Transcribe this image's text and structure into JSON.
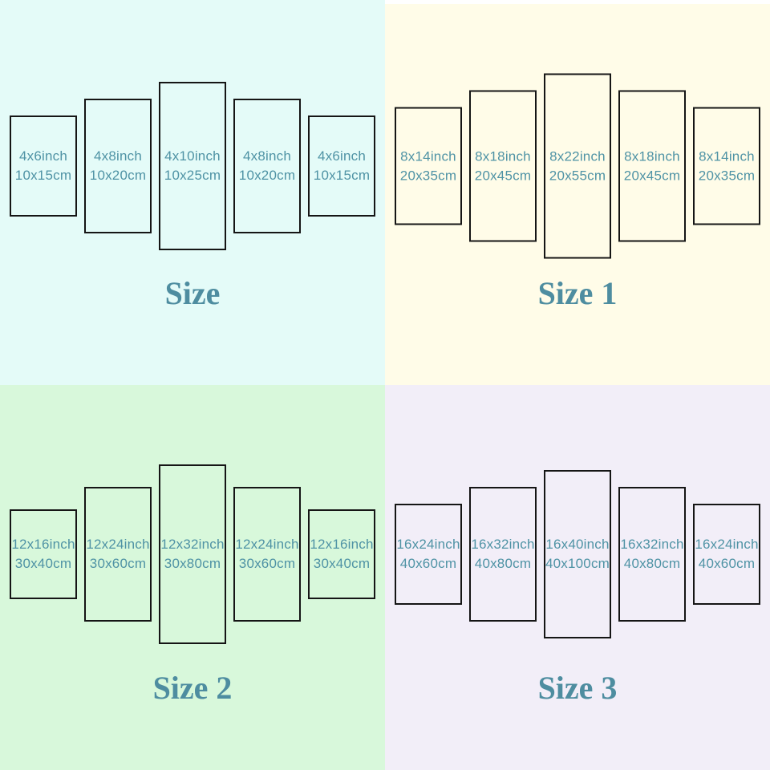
{
  "style": {
    "label_color": "#4f93a5",
    "title_color": "#4e8da0",
    "panel_border_color": "#151515",
    "page_background": "#ffffff"
  },
  "quadrants": [
    {
      "title": "Size",
      "background": "#e4fbf8",
      "panels": [
        {
          "inch": "4x6inch",
          "cm": "10x15cm",
          "ratio_w": 4,
          "ratio_h": 6
        },
        {
          "inch": "4x8inch",
          "cm": "10x20cm",
          "ratio_w": 4,
          "ratio_h": 8
        },
        {
          "inch": "4x10inch",
          "cm": "10x25cm",
          "ratio_w": 4,
          "ratio_h": 10
        },
        {
          "inch": "4x8inch",
          "cm": "10x20cm",
          "ratio_w": 4,
          "ratio_h": 8
        },
        {
          "inch": "4x6inch",
          "cm": "10x15cm",
          "ratio_w": 4,
          "ratio_h": 6
        }
      ]
    },
    {
      "title": "Size 1",
      "background": "#fffce8",
      "panels": [
        {
          "inch": "8x14inch",
          "cm": "20x35cm",
          "ratio_w": 8,
          "ratio_h": 14
        },
        {
          "inch": "8x18inch",
          "cm": "20x45cm",
          "ratio_w": 8,
          "ratio_h": 18
        },
        {
          "inch": "8x22inch",
          "cm": "20x55cm",
          "ratio_w": 8,
          "ratio_h": 22
        },
        {
          "inch": "8x18inch",
          "cm": "20x45cm",
          "ratio_w": 8,
          "ratio_h": 18
        },
        {
          "inch": "8x14inch",
          "cm": "20x35cm",
          "ratio_w": 8,
          "ratio_h": 14
        }
      ]
    },
    {
      "title": "Size 2",
      "background": "#d8f8db",
      "panels": [
        {
          "inch": "12x16inch",
          "cm": "30x40cm",
          "ratio_w": 12,
          "ratio_h": 16
        },
        {
          "inch": "12x24inch",
          "cm": "30x60cm",
          "ratio_w": 12,
          "ratio_h": 24
        },
        {
          "inch": "12x32inch",
          "cm": "30x80cm",
          "ratio_w": 12,
          "ratio_h": 32
        },
        {
          "inch": "12x24inch",
          "cm": "30x60cm",
          "ratio_w": 12,
          "ratio_h": 24
        },
        {
          "inch": "12x16inch",
          "cm": "30x40cm",
          "ratio_w": 12,
          "ratio_h": 16
        }
      ]
    },
    {
      "title": "Size 3",
      "background": "#f2eef8",
      "panels": [
        {
          "inch": "16x24inch",
          "cm": "40x60cm",
          "ratio_w": 16,
          "ratio_h": 24
        },
        {
          "inch": "16x32inch",
          "cm": "40x80cm",
          "ratio_w": 16,
          "ratio_h": 32
        },
        {
          "inch": "16x40inch",
          "cm": "40x100cm",
          "ratio_w": 16,
          "ratio_h": 40
        },
        {
          "inch": "16x32inch",
          "cm": "40x80cm",
          "ratio_w": 16,
          "ratio_h": 32
        },
        {
          "inch": "16x24inch",
          "cm": "40x60cm",
          "ratio_w": 16,
          "ratio_h": 24
        }
      ]
    }
  ]
}
